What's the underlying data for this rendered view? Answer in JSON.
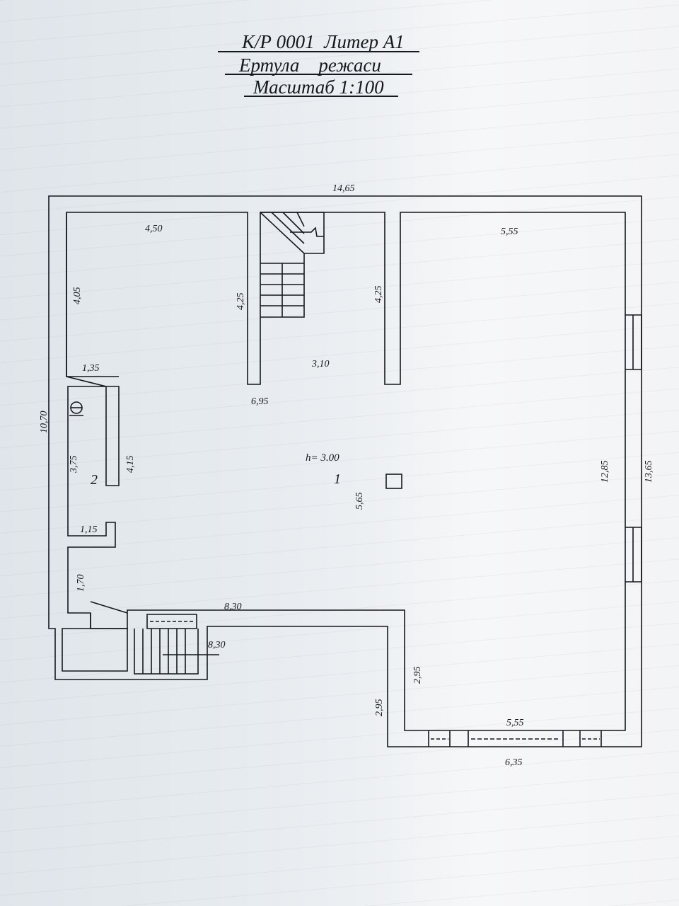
{
  "title": {
    "line1": "К/Р 0001  Литер А1",
    "line2": "Ертула    режаси",
    "line3": "Масштаб 1:100"
  },
  "dimensions": {
    "top_width": "14,65",
    "room_top_left": "4,50",
    "room_top_right": "5,55",
    "left_wall_upper": "4,05",
    "stair_left": "4,25",
    "stair_right": "4,25",
    "stair_width": "3,10",
    "left_niche_top": "1,35",
    "partition_width": "6,95",
    "overall_left": "10,70",
    "room2_height": "3,75",
    "room2_right": "4,15",
    "left_niche_bottom": "1,15",
    "left_lower": "1,70",
    "main_center_height": "5,65",
    "bottom_mid": "8,30",
    "bottom_entry": "8,30",
    "inner_right": "12,85",
    "overall_right": "13,65",
    "step_inner": "2,95",
    "step_outer": "2,95",
    "bottom_inner": "5,55",
    "bottom_outer": "6,35"
  },
  "rooms": {
    "room1_number": "1",
    "room2_number": "2",
    "ceiling_height": "h= 3.00"
  },
  "colors": {
    "ink": "#15181c",
    "paper": "#eef1f4"
  }
}
